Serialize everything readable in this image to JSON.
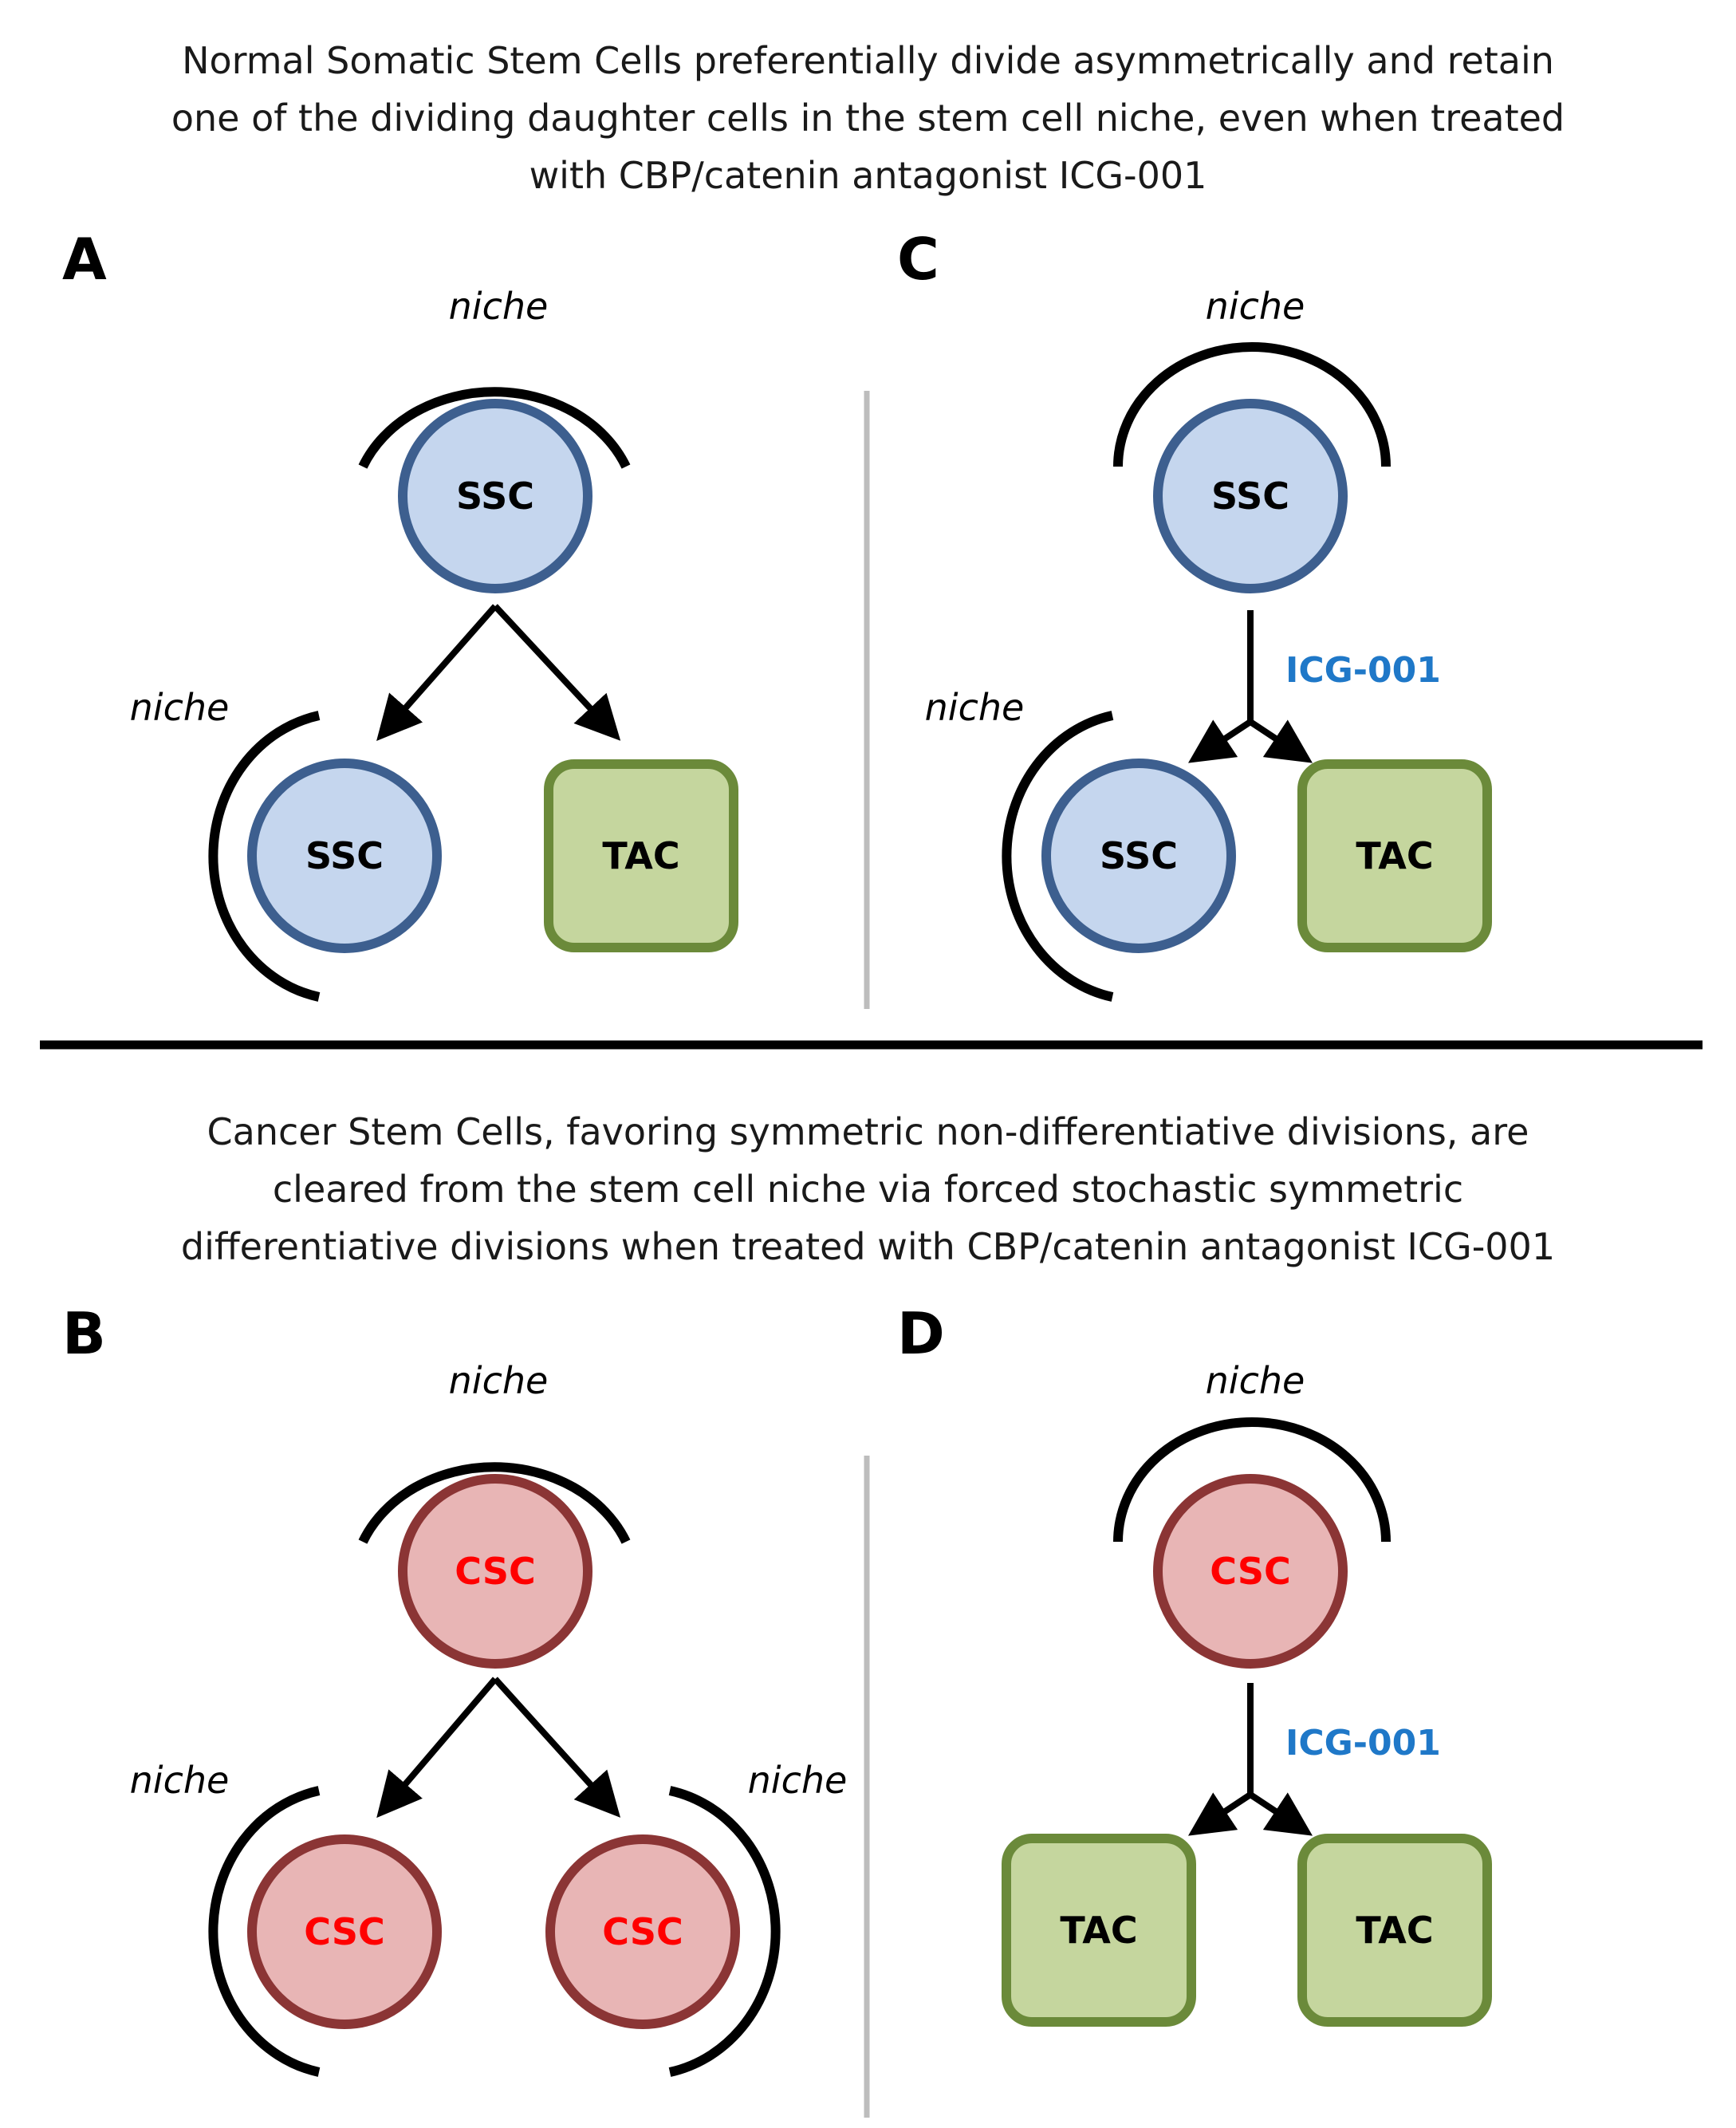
{
  "captions": {
    "top": [
      "Normal Somatic Stem Cells preferentially divide asymmetrically and retain",
      "one of the dividing daughter cells in the stem cell niche, even when treated",
      "with CBP/catenin antagonist ICG-001"
    ],
    "bottom": [
      "Cancer Stem Cells, favoring symmetric non-differentiative divisions, are",
      "cleared from the stem cell niche via forced stochastic symmetric",
      "differentiative divisions when treated with CBP/catenin antagonist ICG-001"
    ]
  },
  "panels": {
    "A": {
      "letter": "A",
      "niche_top": "niche",
      "niche_left": "niche",
      "parent": "SSC",
      "child_left": "SSC",
      "child_right": "TAC"
    },
    "B": {
      "letter": "B",
      "niche_top": "niche",
      "niche_left": "niche",
      "niche_right": "niche",
      "parent": "CSC",
      "child_left": "CSC",
      "child_right": "CSC"
    },
    "C": {
      "letter": "C",
      "niche_top": "niche",
      "niche_left": "niche",
      "parent": "SSC",
      "drug": "ICG-001",
      "child_left": "SSC",
      "child_right": "TAC"
    },
    "D": {
      "letter": "D",
      "niche_top": "niche",
      "parent": "CSC",
      "drug": "ICG-001",
      "child_left": "TAC",
      "child_right": "TAC"
    }
  },
  "colors": {
    "ssc_fill": "#c5d6ee",
    "ssc_stroke": "#3d5f8f",
    "csc_fill": "#e8b5b5",
    "csc_stroke": "#8b3535",
    "csc_text": "#ff0000",
    "tac_fill": "#c5d69e",
    "tac_stroke": "#6b8a3a",
    "drug_text": "#1f78c8",
    "divider": "#bdbdbd"
  }
}
